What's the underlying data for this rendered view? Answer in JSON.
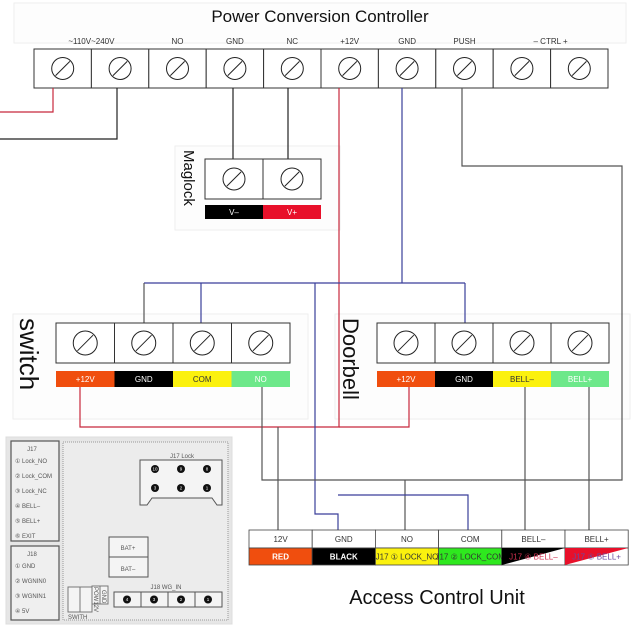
{
  "titles": {
    "power_controller": "Power Conversion Controller",
    "maglock": "Maglock",
    "switch": "switch",
    "doorbell": "Doorbell",
    "access_control_unit": "Access Control Unit"
  },
  "power_controller": {
    "terminal_labels": [
      "~110V~240V",
      "NO",
      "GND",
      "NC",
      "+12V",
      "GND",
      "PUSH",
      "– CTRL +"
    ],
    "terminal_count": 10
  },
  "maglock": {
    "strips": [
      {
        "label": "V–",
        "bg": "#000000",
        "fg": "#ffffff"
      },
      {
        "label": "V+",
        "bg": "#e8102a",
        "fg": "#ffffff"
      }
    ]
  },
  "switch": {
    "strips": [
      {
        "label": "+12V",
        "bg": "#f04e0e",
        "fg": "#ffffff"
      },
      {
        "label": "GND",
        "bg": "#000000",
        "fg": "#ffffff"
      },
      {
        "label": "COM",
        "bg": "#fbf10e",
        "fg": "#333333"
      },
      {
        "label": "NO",
        "bg": "#6de88a",
        "fg": "#ffffff"
      }
    ]
  },
  "doorbell": {
    "strips": [
      {
        "label": "+12V",
        "bg": "#f04e0e",
        "fg": "#ffffff"
      },
      {
        "label": "GND",
        "bg": "#000000",
        "fg": "#ffffff"
      },
      {
        "label": "BELL–",
        "bg": "#fbf10e",
        "fg": "#333333"
      },
      {
        "label": "BELL+",
        "bg": "#6de88a",
        "fg": "#ffffff"
      }
    ]
  },
  "access_control_unit": {
    "headers": [
      "12V",
      "GND",
      "NO",
      "COM",
      "BELL–",
      "BELL+"
    ],
    "wire_colors": [
      {
        "label": "RED",
        "bg": "#f04e0e",
        "fg": "#ffffff"
      },
      {
        "label": "BLACK",
        "bg": "#000000",
        "fg": "#ffffff"
      },
      {
        "label": "J17 ① LOCK_NO",
        "bg": "#fbf10e",
        "fg": "#333333"
      },
      {
        "label": "J17 ② LOCK_COM",
        "bg": "#2ee81e",
        "fg": "#333333"
      },
      {
        "label": "J17 ④ BELL–",
        "bg": "diag-black",
        "fg": "#d03050"
      },
      {
        "label": "J17 ⑤ BELL+",
        "bg": "diag-red",
        "fg": "#6a4aa0"
      }
    ]
  },
  "pcb": {
    "j17_title": "J17",
    "j17_pins": [
      "① Lock_NO",
      "② Lock_COM",
      "③ Lock_NC",
      "④ BELL–",
      "⑤ BELL+",
      "⑥ EXIT"
    ],
    "j18_title": "J18",
    "j18_pins": [
      "① GND",
      "② WGNIN0",
      "③ WGNIN1",
      "④ 5V"
    ],
    "j17_lock_title": "J17 Lock",
    "j17_lock_pins_top": [
      "10",
      "9",
      "8"
    ],
    "j17_lock_pins_bottom": [
      "3",
      "2",
      "1"
    ],
    "bat_plus": "BAT+",
    "bat_minus": "BAT–",
    "j18_wg_title": "J18 WG_IN",
    "j18_wg_pins": [
      "4",
      "3",
      "2",
      "1"
    ],
    "switch_label": "SWITH",
    "pow_label": "POW12V",
    "gnd_label": "GND"
  }
}
